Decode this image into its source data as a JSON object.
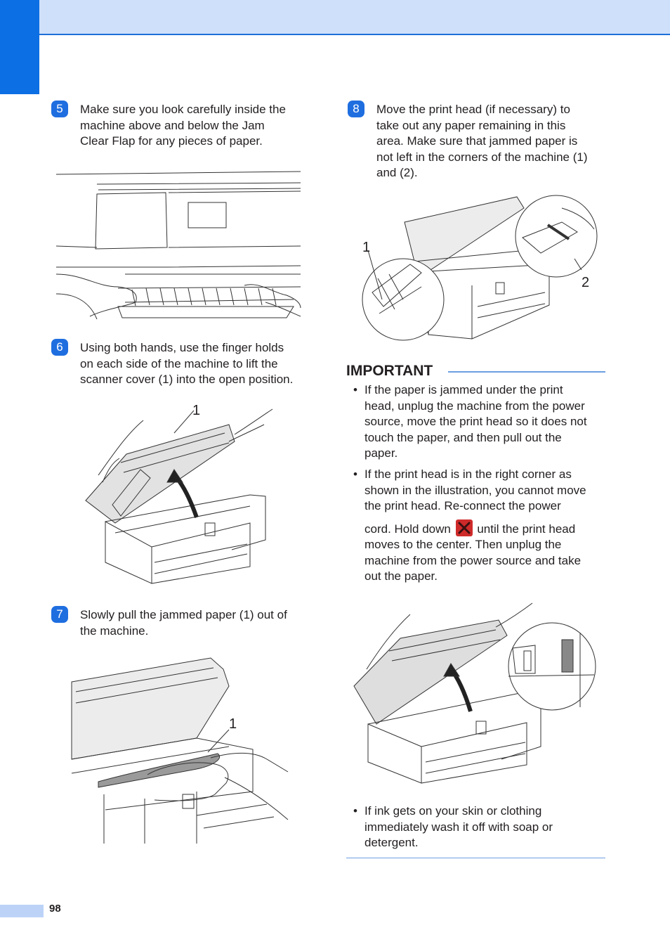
{
  "page_number": "98",
  "steps": [
    {
      "num": "5",
      "text": [
        "Make sure you look carefully inside the",
        "machine above and below the Jam",
        "Clear Flap for any pieces of paper."
      ]
    },
    {
      "num": "6",
      "text": [
        "Using both hands, use the finger holds",
        "on each side of the machine to lift the",
        "scanner cover (1) into the open position."
      ]
    },
    {
      "num": "7",
      "text": [
        "Slowly pull the jammed paper (1) out of",
        "the machine."
      ]
    },
    {
      "num": "8",
      "text": [
        "Move the print head (if necessary) to",
        "take out any paper remaining in this",
        "area. Make sure that jammed paper is",
        "not left in the corners of the machine (1)",
        "and (2)."
      ]
    }
  ],
  "callouts": {
    "fig6": "1",
    "fig7": "1",
    "fig8_left": "1",
    "fig8_right": "2"
  },
  "important": {
    "title": "IMPORTANT",
    "bullet_char": "•",
    "bullet1": [
      "If the paper is jammed under the print",
      "head, unplug the machine from the power",
      "source, move the print head so it does not",
      "touch the paper, and then pull out the",
      "paper."
    ],
    "bullet2_lines_top": [
      "If the print head is in the right corner as",
      "shown in the illustration, you cannot move",
      "the print head. Re-connect the power"
    ],
    "bullet2_before_icon": "cord. Hold down",
    "bullet2_after_icon": "until the print head",
    "bullet2_lines_bottom": [
      "moves to the center. Then unplug the",
      "machine from the power source and take",
      "out the paper."
    ],
    "bullet3": [
      "If ink gets on your skin or clothing",
      "immediately wash it off with soap or",
      "detergent."
    ],
    "stop_icon": "stop-x-icon",
    "stop_icon_color": "#cf2a2a"
  },
  "colors": {
    "accent": "#1f6ee0",
    "band": "#cfe0fb",
    "corner": "#0c6fe3"
  }
}
